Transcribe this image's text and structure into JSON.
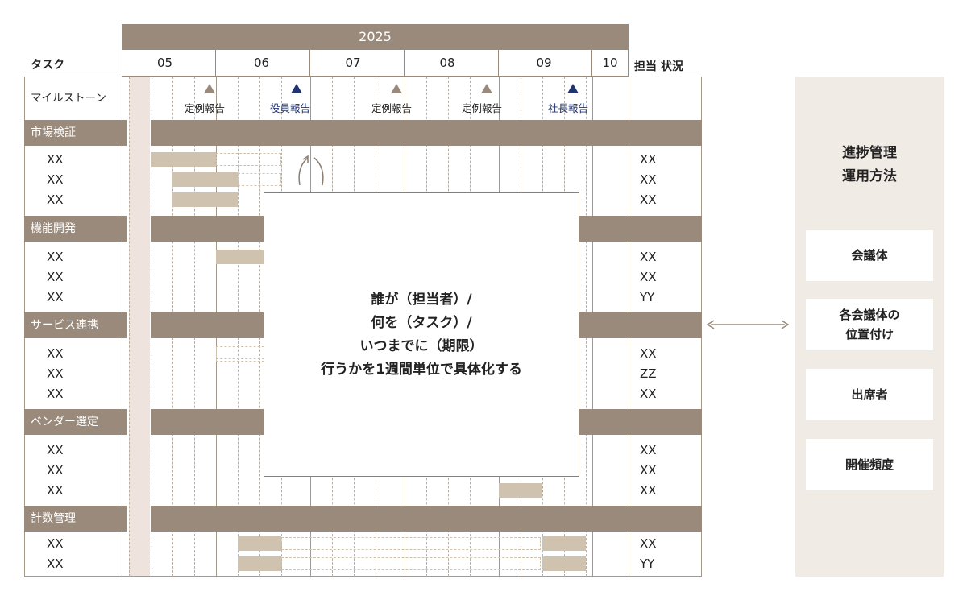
{
  "header": {
    "year": "2025",
    "task_label": "タスク",
    "owner_status_label": "担当 状況",
    "months": [
      "05",
      "06",
      "07",
      "08",
      "09",
      "10"
    ]
  },
  "milestone_row": {
    "label": "マイルストーン",
    "items": [
      {
        "label": "定例報告",
        "kind": "regular"
      },
      {
        "label": "役員報告",
        "kind": "executive"
      },
      {
        "label": "定例報告",
        "kind": "regular"
      },
      {
        "label": "定例報告",
        "kind": "regular"
      },
      {
        "label": "社長報告",
        "kind": "executive"
      }
    ]
  },
  "sections": [
    {
      "name": "市場検証",
      "rows": [
        {
          "task": "XX",
          "owner": "XX"
        },
        {
          "task": "XX",
          "owner": "XX"
        },
        {
          "task": "XX",
          "owner": "XX"
        }
      ]
    },
    {
      "name": "機能開発",
      "rows": [
        {
          "task": "XX",
          "owner": "XX"
        },
        {
          "task": "XX",
          "owner": "XX"
        },
        {
          "task": "XX",
          "owner": "YY"
        }
      ]
    },
    {
      "name": "サービス連携",
      "rows": [
        {
          "task": "XX",
          "owner": "XX"
        },
        {
          "task": "XX",
          "owner": "ZZ"
        },
        {
          "task": "XX",
          "owner": "XX"
        }
      ]
    },
    {
      "name": "ベンダー選定",
      "rows": [
        {
          "task": "XX",
          "owner": "XX"
        },
        {
          "task": "XX",
          "owner": "XX"
        },
        {
          "task": "XX",
          "owner": "XX"
        }
      ]
    },
    {
      "name": "計数管理",
      "rows": [
        {
          "task": "XX",
          "owner": "XX"
        },
        {
          "task": "XX",
          "owner": "YY"
        }
      ]
    }
  ],
  "overlay": {
    "lines": [
      "誰が（担当者）/",
      "何を（タスク）/",
      "いつまでに（期限）",
      "行うかを1週間単位で具体化する"
    ]
  },
  "side_panel": {
    "title_lines": [
      "進捗管理",
      "運用方法"
    ],
    "items": [
      "会議体",
      "各会議体の\n位置付け",
      "出席者",
      "開催頻度"
    ]
  },
  "colors": {
    "section_bg": "#9a8a7b",
    "task_bar": "#cfc2ae",
    "regular_milestone": "#9a8a7b",
    "executive_milestone": "#1f3371",
    "side_panel_bg": "#f1ebe5",
    "today_column": "#eee4dd"
  }
}
